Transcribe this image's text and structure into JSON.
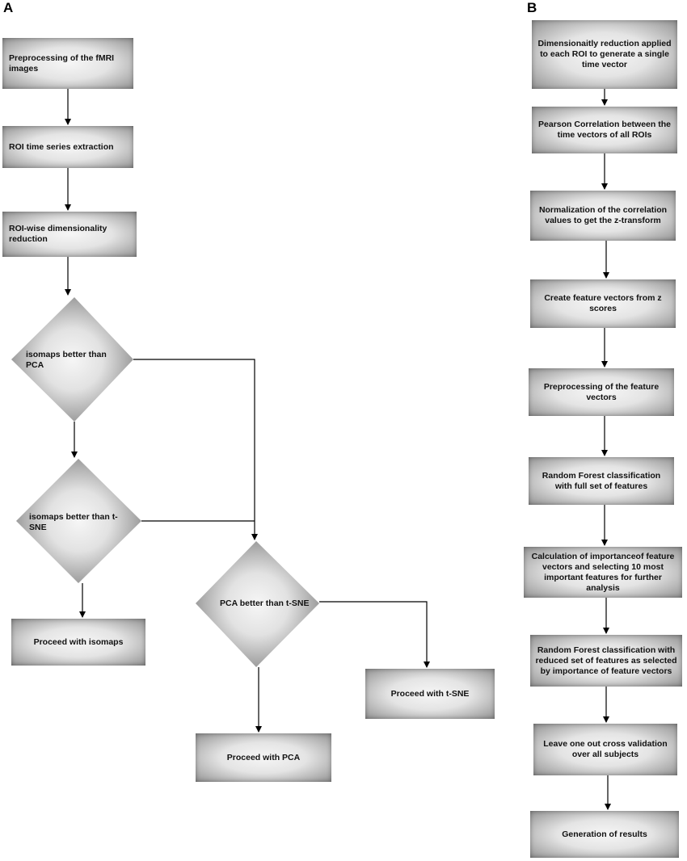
{
  "panel_a": {
    "label": "A",
    "boxes": {
      "preprocessing": "Preprocessing of the fMRI images",
      "roi_extraction": "ROI time series extraction",
      "roi_reduction": "ROI-wise dimensionality reduction",
      "proceed_isomaps": "Proceed with isomaps",
      "proceed_tsne": "Proceed with t-SNE",
      "proceed_pca": "Proceed with PCA"
    },
    "decisions": {
      "isomaps_vs_pca": "isomaps better than PCA",
      "isomaps_vs_tsne": "isomaps better than t-SNE",
      "pca_vs_tsne": "PCA better than t-SNE"
    }
  },
  "panel_b": {
    "label": "B",
    "steps": [
      "Dimensionaitly reduction applied to each ROI to generate a single time vector",
      "Pearson Correlation between the time vectors of all ROIs",
      "Normalization of the correlation values to get the z-transform",
      "Create feature vectors from z scores",
      "Preprocessing of the feature vectors",
      "Random Forest classification with full set of features",
      "Calculation of importanceof feature vectors and selecting 10 most important features for further analysis",
      "Random Forest classification with reduced set of features as selected by importance of feature vectors",
      "Leave one out cross validation over all subjects",
      "Generation of results"
    ]
  },
  "colors": {
    "box_center": "#f6f6f6",
    "box_edge": "#8e8e8e",
    "line": "#000000"
  }
}
